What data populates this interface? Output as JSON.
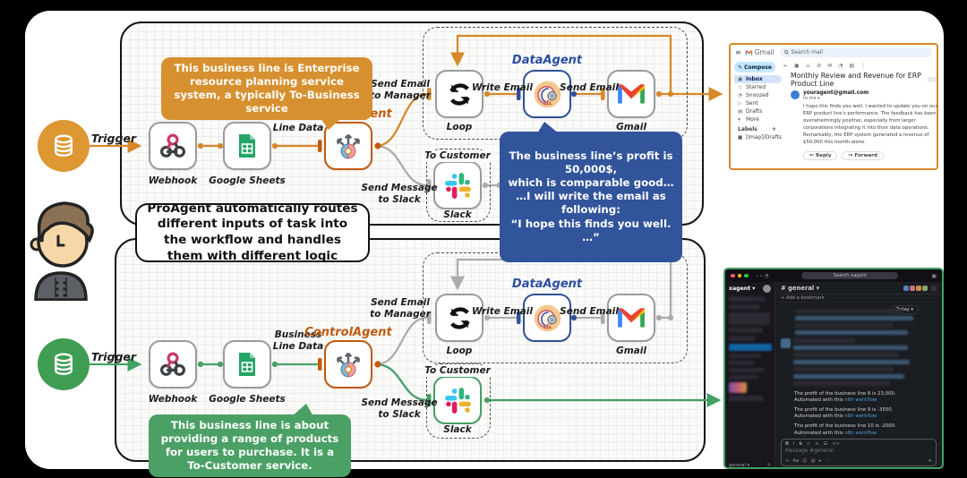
{
  "center_note": "ProAgent automatically routes different inputs of task into the workflow and handles them with different logic",
  "data_agent_callout": "The business line’s profit is 50,000$,\nwhich is comparable good…\n…I will write the email as following:\n“I hope this finds you well. …”",
  "workflow_top": {
    "trigger": "Trigger",
    "webhook": "Webhook",
    "sheets": "Google Sheets",
    "business_line_data": "Business\nLine Data",
    "control_agent": "ControlAgent",
    "send_email_manager": "Send Email\nto Manager",
    "loop": "Loop",
    "write_email": "Write Email",
    "data_agent": "DataAgent",
    "send_email": "Send Email",
    "gmail": "Gmail",
    "to_customer": "To Customer",
    "send_message_slack": "Send Message\nto Slack",
    "slack": "Slack",
    "callout": "This business line is Enterprise resource planning service system, a typically To-Business service"
  },
  "workflow_bottom": {
    "trigger": "Trigger",
    "webhook": "Webhook",
    "sheets": "Google Sheets",
    "business_line_data": "Business\nLine Data",
    "control_agent": "ControlAgent",
    "send_email_manager": "Send Email\nto Manager",
    "loop": "Loop",
    "write_email": "Write Email",
    "data_agent": "DataAgent",
    "send_email": "Send Email",
    "gmail": "Gmail",
    "to_customer": "To Customer",
    "send_message_slack": "Send Message\nto Slack",
    "slack": "Slack",
    "callout": "This business line is about providing a range of products for users to purchase. It is a To-Customer service."
  },
  "gmail_shot": {
    "brand": "Gmail",
    "search_placeholder": "Search mail",
    "compose": "Compose",
    "sidebar": [
      "Inbox",
      "Starred",
      "Snoozed",
      "Sent",
      "Drafts",
      "More"
    ],
    "labels_header": "Labels",
    "label_item": "[Imap]/Drafts",
    "subject": "Monthly Review and Revenue for ERP Product Line",
    "sender": "youragent@gmail.com",
    "to_me": "to me ▾",
    "body": "I hope this finds you well. I wanted to update you on our ERP product line's performance. The feedback has been overwhelmingly positive, especially from larger corporations integrating it into their data operations. Remarkably, the ERP system generated a revenue of $50,000 this month alone.",
    "reply": "Reply",
    "forward": "Forward"
  },
  "slack_shot": {
    "workspace": "xagent",
    "search_placeholder": "Search xagent",
    "channel": "# general",
    "add_bookmark": "+ Add a bookmark",
    "today": "Today",
    "messages": [
      {
        "line": "The profit of the business line 8 is 23,000.",
        "prefix": "Automated with this ",
        "link": "n8n workflow"
      },
      {
        "line": "The profit of the business line 9 is -3500.",
        "prefix": "Automated with this ",
        "link": "n8n workflow"
      },
      {
        "line": "The profit of the business line 10 is -2000.",
        "prefix": "Automated with this ",
        "link": "n8n workflow"
      }
    ],
    "composer_placeholder": "Message #general",
    "sidebar_footer": "general"
  },
  "colors": {
    "orange": "#d8882a",
    "green": "#43a065",
    "gray": "#acacac",
    "control_label": "#c05a0e",
    "dataagent_label": "#2b4ea2",
    "blue_callout": "#31549b"
  }
}
